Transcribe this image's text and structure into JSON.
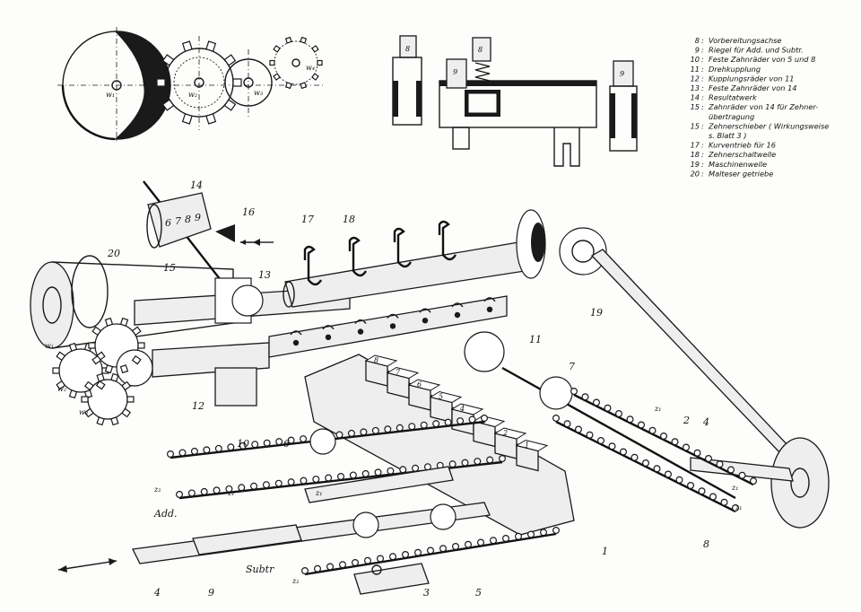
{
  "legend": [
    {
      "num": "8",
      "text": "Vorbereitungsachse"
    },
    {
      "num": "9",
      "text": "Riegel für Add. und Subtr."
    },
    {
      "num": "10",
      "text": "Feste Zahnräder von 5 und 8"
    },
    {
      "num": "11",
      "text": "Drehkupplung"
    },
    {
      "num": "12",
      "text": "Kupplungsräder von 11"
    },
    {
      "num": "13",
      "text": "Feste Zahnräder von 14"
    },
    {
      "num": "14",
      "text": "Resultatwerk"
    },
    {
      "num": "15",
      "text": "Zahnräder von 14 für Zehner-"
    },
    {
      "num": "",
      "text": "übertragung"
    },
    {
      "num": "15",
      "text": "Zehnerschieber ( Wirkungsweise"
    },
    {
      "num": "",
      "text": "s. Blatt 3 )"
    },
    {
      "num": "17",
      "text": "Kurventrieb für 16"
    },
    {
      "num": "18",
      "text": "Zehnerschaltwelle"
    },
    {
      "num": "19",
      "text": "Maschinenwelle"
    },
    {
      "num": "20",
      "text": "Malteser getriebe"
    }
  ],
  "top_labels": {
    "w1": "w₁",
    "w2": "w₂",
    "w3": "w₃",
    "w4": "w₄",
    "insert_8a": "8",
    "insert_8b": "8",
    "insert_9a": "9",
    "insert_9b": "9"
  },
  "part_labels": {
    "n1": "1",
    "n2": "2",
    "n3": "3",
    "n4a": "4",
    "n4b": "4",
    "n5": "5",
    "n6": "6",
    "n7": "7",
    "n8": "8",
    "n9": "9",
    "n10": "10",
    "n11": "11",
    "n12": "12",
    "n13": "13",
    "n14": "14",
    "n15": "15",
    "n16": "16",
    "n17": "17",
    "n18": "18",
    "n19": "19",
    "n20": "20"
  },
  "result_digits": [
    "6",
    "7",
    "8",
    "9"
  ],
  "slider_digits": [
    "8",
    "7",
    "6",
    "5",
    "4",
    "3",
    "2",
    "1"
  ],
  "rail_labels": {
    "add": "Add.",
    "subtr": "Subtr"
  },
  "small_labels": {
    "z1a": "z₁",
    "z1b": "z₁",
    "z1c": "z₁",
    "z1d": "z₁",
    "z1e": "z₁",
    "z2a": "z₂",
    "z2b": "z₂",
    "w1": "w₁",
    "w2": "w₂",
    "w3": "w₃"
  }
}
